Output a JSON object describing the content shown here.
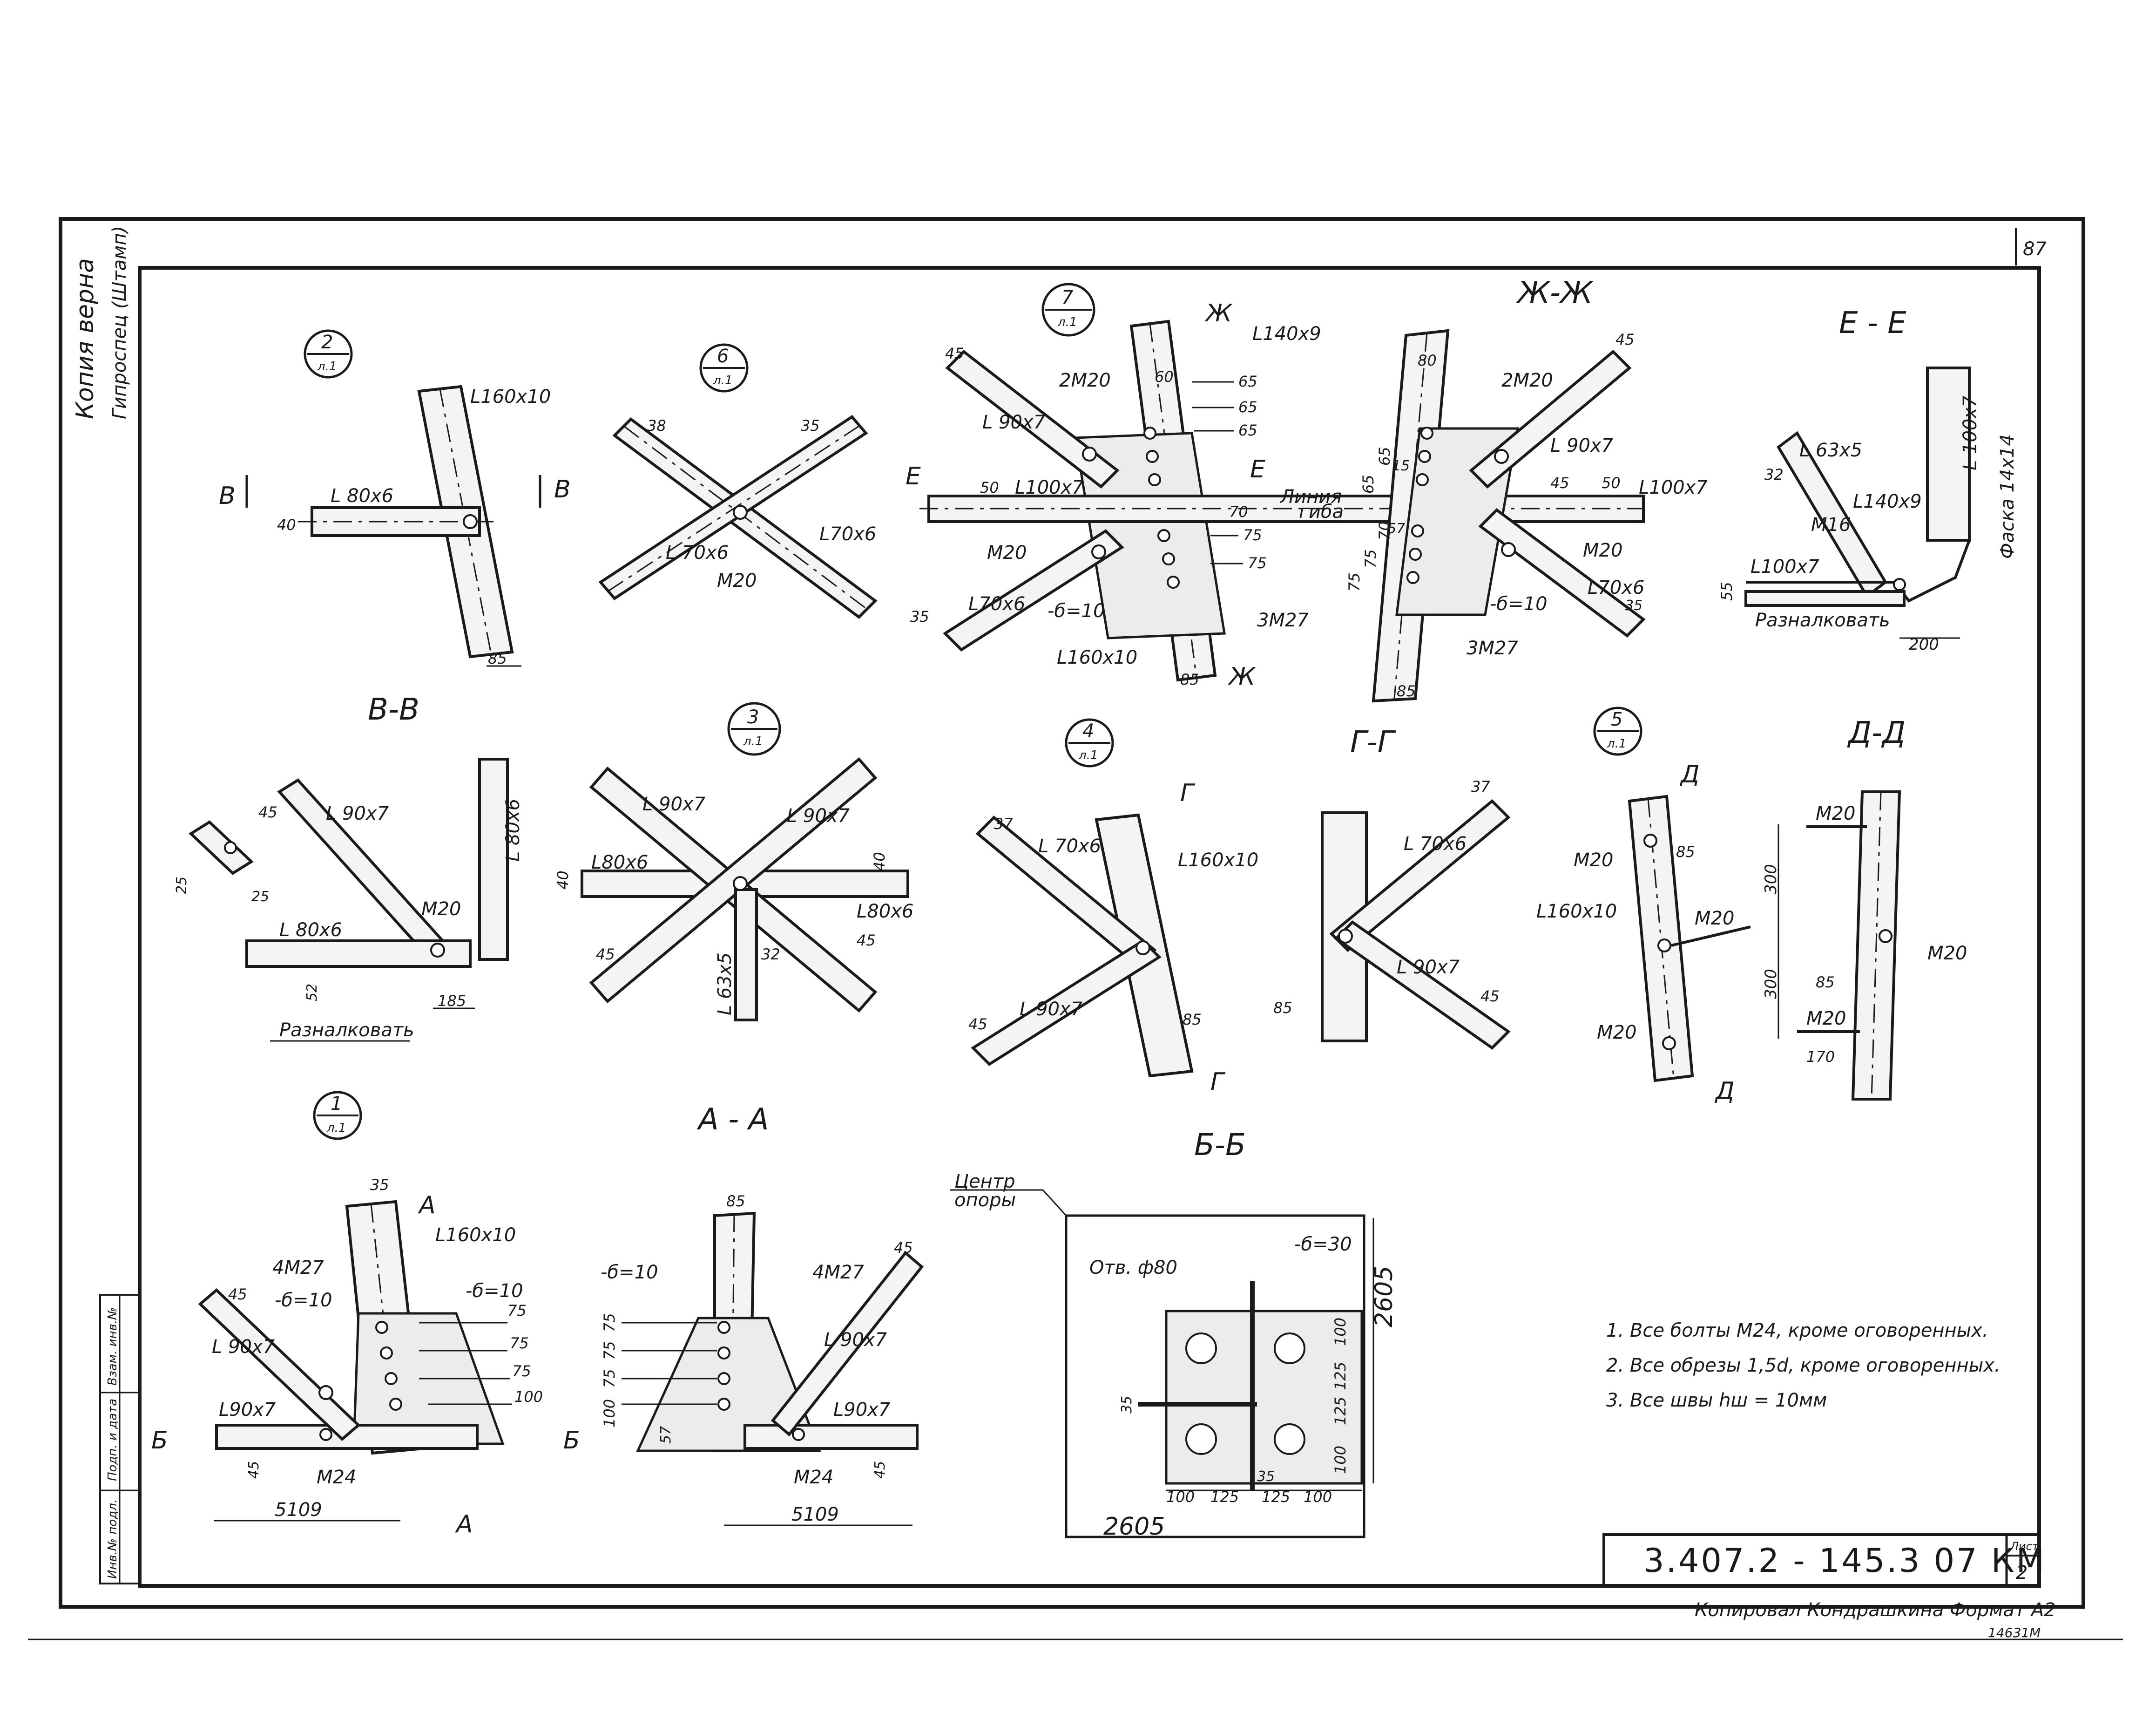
{
  "sheet": {
    "page_number": "87",
    "stamp": "3.407.2 - 145.3  07 КМ",
    "sheet_label": "Лист",
    "sheet_no": "2",
    "footer_copy": "Копировал  Кондрашкина   Формат А2",
    "footer_code": "14631М",
    "side_note_1": "Копия верна",
    "side_note_2": "Гипроспец (Штамп)",
    "side_table": [
      "Инв.№ подл.",
      "Подп. и дата",
      "Взам. инв.№"
    ]
  },
  "notes": [
    "1. Все болты  М24, кроме оговоренных.",
    "2. Все обрезы 1,5d, кроме оговоренных.",
    "3. Все швы  hш = 10мм"
  ],
  "views": {
    "v2": {
      "marker_num": "2",
      "marker_sub": "л.1",
      "cut": "В",
      "main": "L160x10",
      "br": "L 80x6",
      "d40": "40",
      "d85": "85"
    },
    "v6": {
      "marker_num": "6",
      "marker_sub": "л.1",
      "b1": "L 70x6",
      "b2": "L70x6",
      "bolt": "М20",
      "d35": "35",
      "d38": "38"
    },
    "v7": {
      "marker_num": "7",
      "marker_sub": "л.1",
      "zh": "Ж",
      "e": "Е",
      "top": "L140x9",
      "bolts2": "2М20",
      "b1": "L 90x7",
      "hor": "L100x7",
      "m20": "М20",
      "b2": "L70x6",
      "plate": "-б=10",
      "main": "L160x10",
      "bolts3": "3М27",
      "d45": "45",
      "d60": "60",
      "d50": "50",
      "d35": "35",
      "d85": "85",
      "d65a": "65",
      "d65b": "65",
      "d65c": "65",
      "d70": "70",
      "d75a": "75",
      "d75b": "75",
      "bend1": "Линия",
      "bend2": "гиба"
    },
    "zhzh": {
      "title": "Ж-Ж",
      "bolts2": "2М20",
      "b1": "L 90x7",
      "hor": "L100x7",
      "m20": "М20",
      "b2": "L70x6",
      "plate": "-б=10",
      "bolts3": "3М27",
      "d80": "80",
      "d45": "45",
      "d50": "50",
      "d85": "85",
      "d45b": "45",
      "d57": "57",
      "d15": "15",
      "d65a": "65",
      "d65b": "65",
      "d75a": "75",
      "d75b": "75",
      "d70": "70",
      "d35": "35"
    },
    "ee": {
      "title": "Е - Е",
      "b1": "L 63x5",
      "vert": "L 100x7",
      "top": "L140x9",
      "m16": "М16",
      "hor": "L100x7",
      "bevel": "Фаска 14x14",
      "flatten": "Разналковать",
      "d32": "32",
      "d55": "55",
      "d200": "200"
    },
    "vv": {
      "title": "В-В",
      "br": "L 90x7",
      "vert": "L 80x6",
      "hor": "L 80x6",
      "m20": "М20",
      "flatten": "Разналковать",
      "d45": "45",
      "d25a": "25",
      "d25b": "25",
      "d52": "52",
      "d185": "185"
    },
    "v3": {
      "marker_num": "3",
      "marker_sub": "л.1",
      "b1": "L 90x7",
      "b2": "L 90x7",
      "h1": "L80x6",
      "h2": "L80x6",
      "c": "L 63x5",
      "d40a": "40",
      "d40b": "40",
      "d45a": "45",
      "d45b": "45",
      "d32": "32"
    },
    "v4": {
      "marker_num": "4",
      "marker_sub": "л.1",
      "cut": "Г",
      "b1": "L 70x6",
      "b2": "L 90x7",
      "main": "L160x10",
      "d37": "37",
      "d45": "45",
      "d85": "85"
    },
    "gg": {
      "title": "Г-Г",
      "b1": "L 70x6",
      "b2": "L 90x7",
      "d37": "37",
      "d45": "45",
      "d85": "85"
    },
    "v5": {
      "marker_num": "5",
      "marker_sub": "л.1",
      "cut": "Д",
      "m20a": "М20",
      "m20b": "М20",
      "m20c": "М20",
      "main": "L160x10",
      "d85": "85"
    },
    "dd": {
      "title": "Д-Д",
      "m20a": "М20",
      "m20b": "М20",
      "m20c": "М20",
      "d300a": "300",
      "d300b": "300",
      "d85": "85",
      "d170": "170"
    },
    "v1": {
      "marker_num": "1",
      "marker_sub": "л.1",
      "cutA": "А",
      "cutB": "Б",
      "main": "L160x10",
      "bolts": "4М27",
      "pl1": "-б=10",
      "pl2": "-б=10",
      "br": "L 90x7",
      "hor": "L90x7",
      "m24": "М24",
      "d35": "35",
      "d45a": "45",
      "d45b": "45",
      "d75a": "75",
      "d75b": "75",
      "d75c": "75",
      "d100": "100",
      "d5109": "5109"
    },
    "aa": {
      "title": "А - А",
      "pl": "-б=10",
      "bolts": "4М27",
      "br": "L 90x7",
      "hor": "L90x7",
      "m24": "М24",
      "d85": "85",
      "d45a": "45",
      "d45b": "45",
      "d57": "57",
      "d75a": "75",
      "d75b": "75",
      "d75c": "75",
      "d100": "100",
      "d5109": "5109"
    },
    "bb": {
      "title": "Б-Б",
      "center1": "Центр",
      "center2": "опоры",
      "hole": "Отв. ф80",
      "plate": "-б=30",
      "d2605a": "2605",
      "d2605b": "2605",
      "d100a": "100",
      "d125a": "125",
      "d100b": "100",
      "d100c": "100",
      "d125b": "125",
      "d125c": "125",
      "d100d": "100",
      "d35a": "35",
      "d35b": "35"
    }
  }
}
